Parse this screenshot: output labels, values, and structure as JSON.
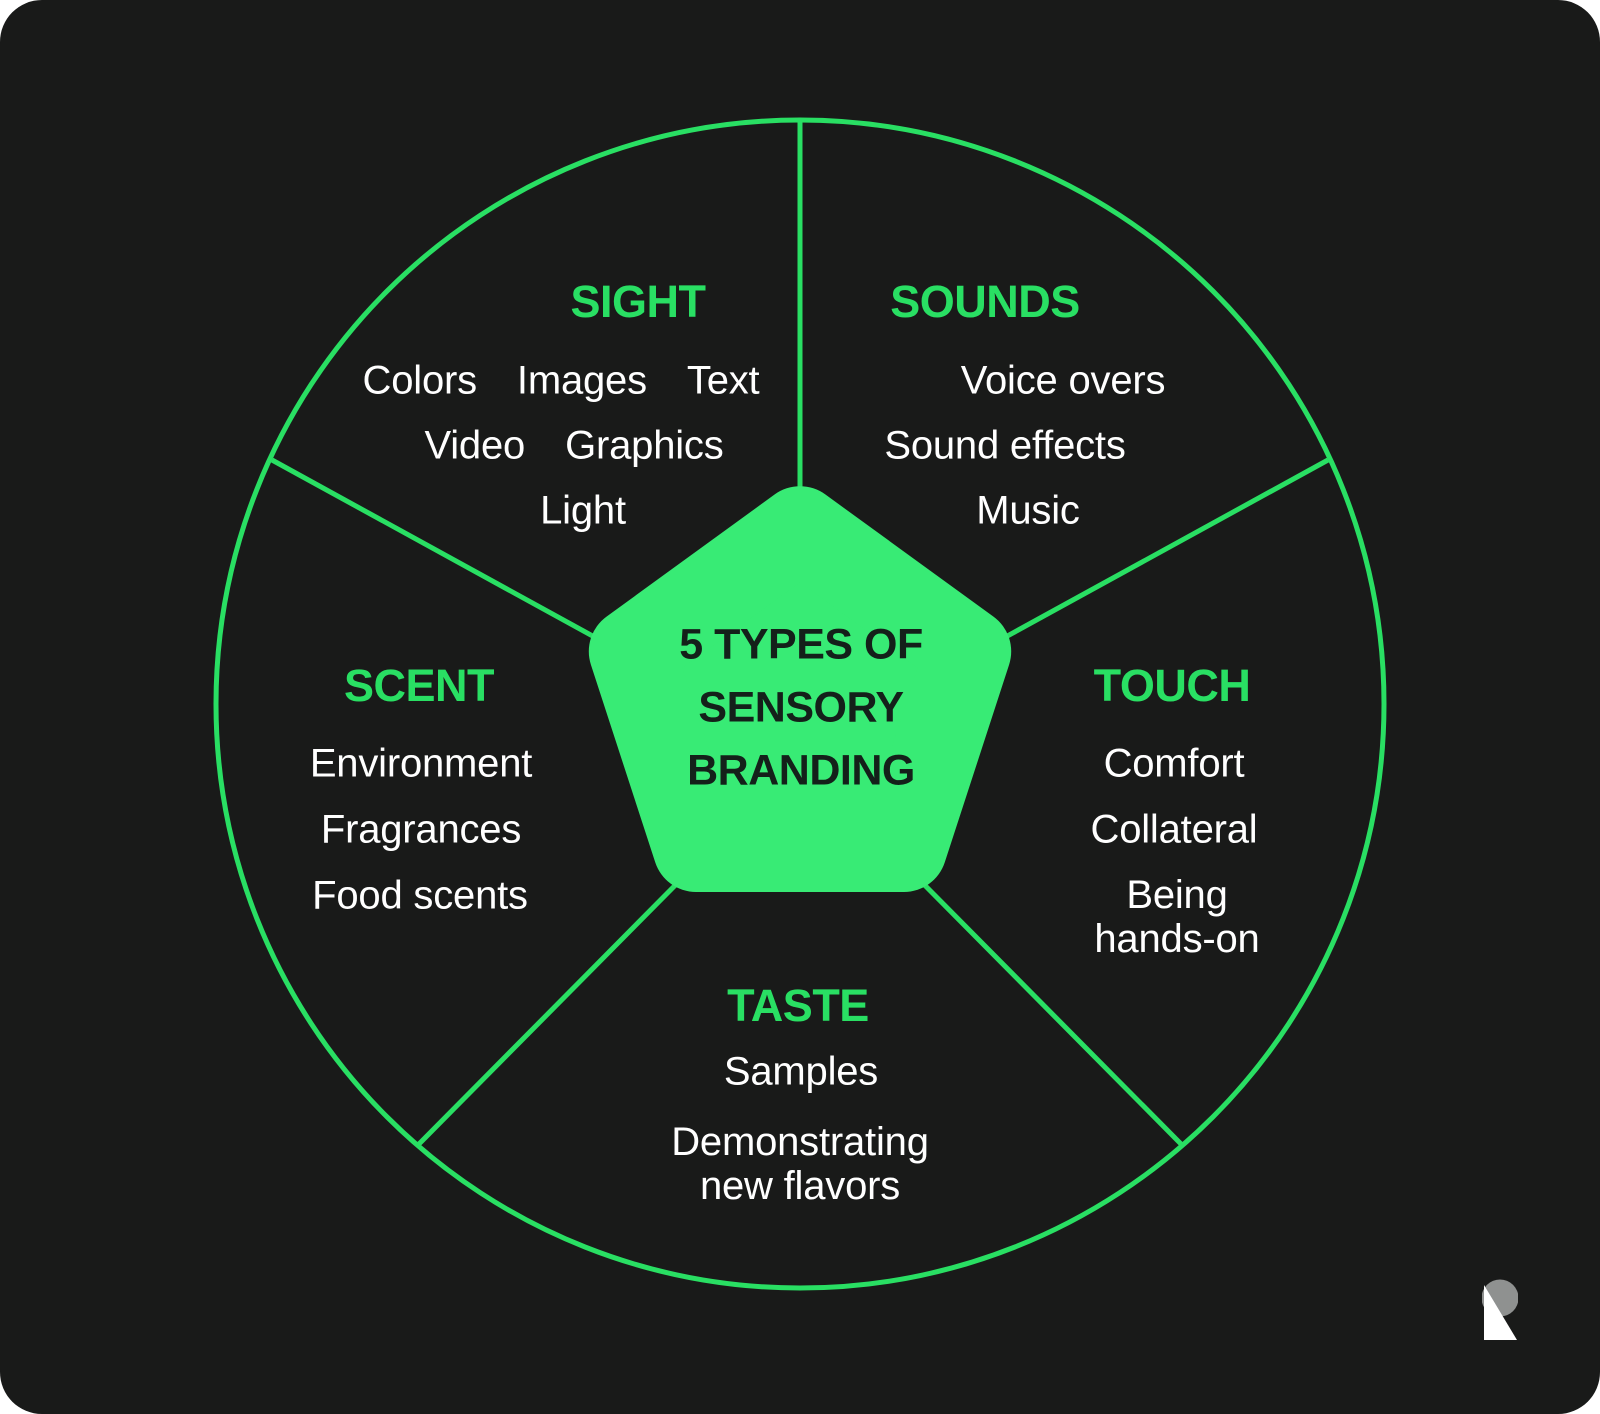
{
  "colors": {
    "background": "#191A19",
    "line_green": "#29DF63",
    "pentagon_green": "#38EB75",
    "item_text": "#FFFFFF",
    "pentagon_text": "#14201A",
    "logo_gray": "#8F9190"
  },
  "center": {
    "lines": [
      "5 TYPES OF",
      "SENSORY",
      "BRANDING"
    ]
  },
  "sections": {
    "sight": {
      "title": "SIGHT",
      "rows": [
        [
          "Colors",
          "Images",
          "Text"
        ],
        [
          "Video",
          "Graphics"
        ],
        [
          "Light"
        ]
      ]
    },
    "sounds": {
      "title": "SOUNDS",
      "rows": [
        [
          "Voice overs"
        ],
        [
          "Sound effects"
        ],
        [
          "Music"
        ]
      ]
    },
    "touch": {
      "title": "TOUCH",
      "rows": [
        [
          "Comfort"
        ],
        [
          "Collateral"
        ],
        [
          "Being hands-on"
        ]
      ]
    },
    "taste": {
      "title": "TASTE",
      "rows": [
        [
          "Samples"
        ],
        [
          "Demonstrating new flavors"
        ]
      ]
    },
    "scent": {
      "title": "SCENT",
      "rows": [
        [
          "Environment"
        ],
        [
          "Fragrances"
        ],
        [
          "Food scents"
        ]
      ]
    }
  },
  "logo": {
    "icon": "r-mark-logo"
  }
}
